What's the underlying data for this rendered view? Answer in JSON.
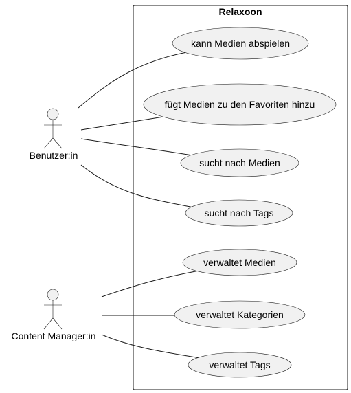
{
  "system": {
    "title": "Relaxoon"
  },
  "actors": [
    {
      "id": "benutzer",
      "label": "Benutzer:in"
    },
    {
      "id": "content-manager",
      "label": "Content Manager:in"
    }
  ],
  "use_cases": [
    {
      "id": "uc1",
      "label": "kann Medien abspielen"
    },
    {
      "id": "uc2",
      "label": "fügt Medien zu den Favoriten hinzu"
    },
    {
      "id": "uc3",
      "label": "sucht nach Medien"
    },
    {
      "id": "uc4",
      "label": "sucht nach Tags"
    },
    {
      "id": "uc5",
      "label": "verwaltet Medien"
    },
    {
      "id": "uc6",
      "label": "verwaltet Kategorien"
    },
    {
      "id": "uc7",
      "label": "verwaltet Tags"
    }
  ],
  "associations": [
    {
      "actor": "benutzer",
      "use_case": "uc1"
    },
    {
      "actor": "benutzer",
      "use_case": "uc2"
    },
    {
      "actor": "benutzer",
      "use_case": "uc3"
    },
    {
      "actor": "benutzer",
      "use_case": "uc4"
    },
    {
      "actor": "content-manager",
      "use_case": "uc5"
    },
    {
      "actor": "content-manager",
      "use_case": "uc6"
    },
    {
      "actor": "content-manager",
      "use_case": "uc7"
    }
  ]
}
